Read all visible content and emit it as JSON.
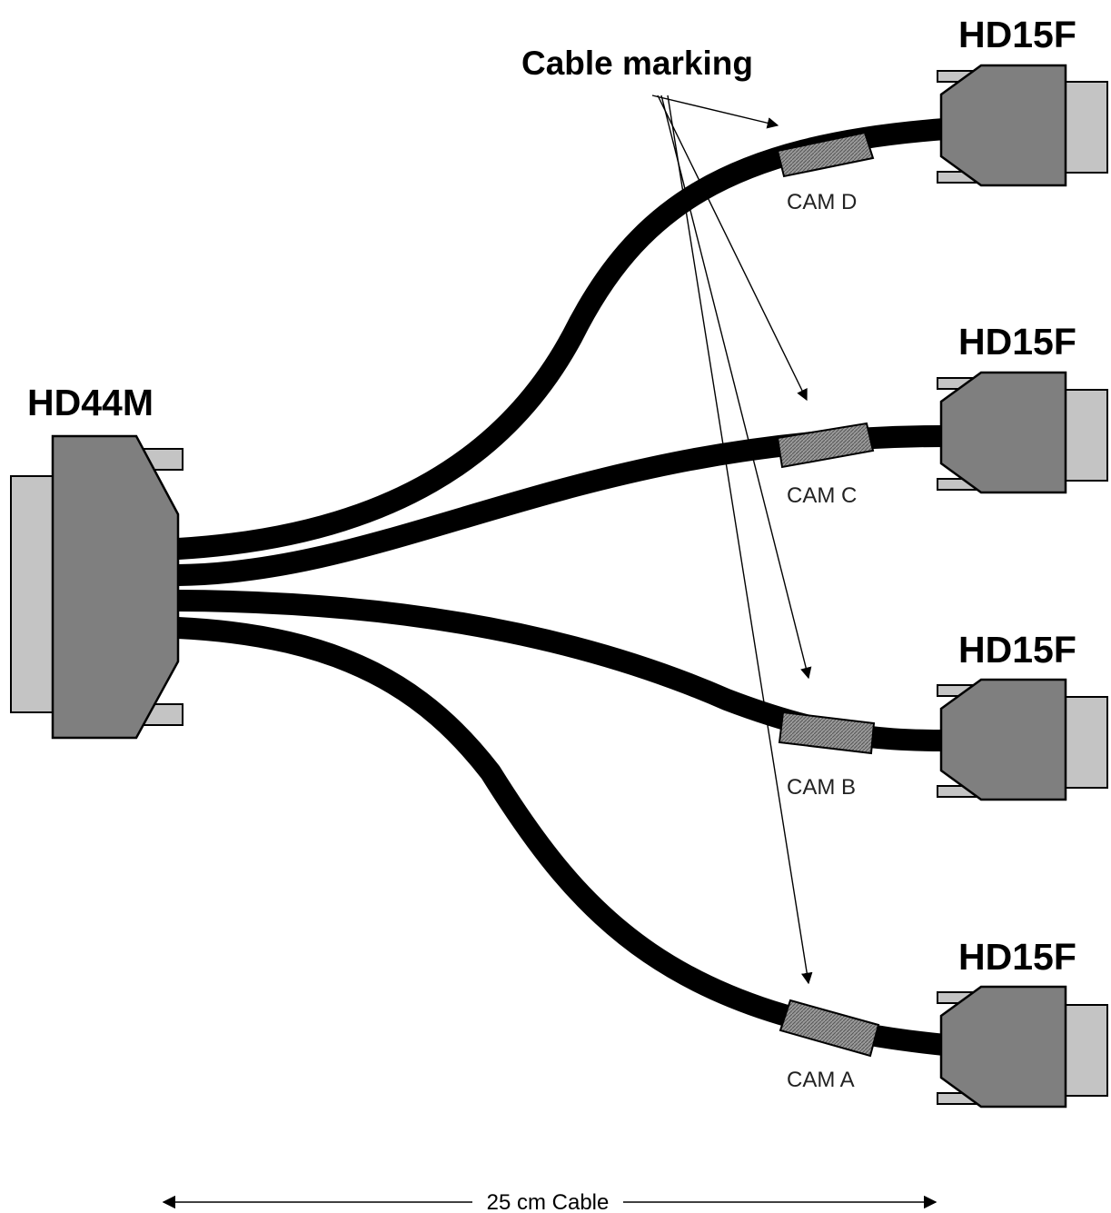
{
  "labels": {
    "hd44m": "HD44M",
    "hd15f_1": "HD15F",
    "hd15f_2": "HD15F",
    "hd15f_3": "HD15F",
    "hd15f_4": "HD15F",
    "cable_marking": "Cable marking",
    "cam_d": "CAM D",
    "cam_c": "CAM C",
    "cam_b": "CAM B",
    "cam_a": "CAM A",
    "cable_length": "25 cm Cable"
  },
  "colors": {
    "connector_body": "#7f7f7f",
    "connector_shell": "#c4c4c4",
    "cable": "#000000",
    "background": "#ffffff"
  }
}
